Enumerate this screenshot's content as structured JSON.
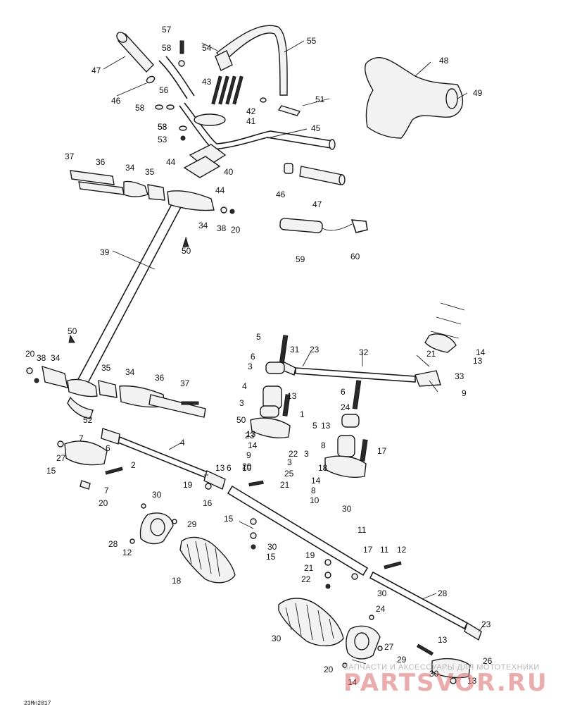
{
  "diagram_code": "23Mn2017",
  "watermark": {
    "line1": "ЗАПЧАСТИ И АКСЕССУАРЫ ДЛЯ МОТОТЕХНИКИ",
    "line2": "PARTSVOR.RU"
  },
  "callouts": [
    "57",
    "58",
    "54",
    "55",
    "47",
    "46",
    "56",
    "58",
    "53",
    "51",
    "43",
    "42",
    "41",
    "58",
    "53",
    "45",
    "48",
    "49",
    "37",
    "36",
    "34",
    "35",
    "44",
    "40",
    "44",
    "46",
    "47",
    "34",
    "38",
    "20",
    "50",
    "39",
    "59",
    "60",
    "50",
    "20",
    "38",
    "34",
    "35",
    "34",
    "36",
    "37",
    "5",
    "31",
    "23",
    "32",
    "21",
    "14",
    "6",
    "13",
    "13",
    "3",
    "4",
    "3",
    "33",
    "9",
    "1",
    "50",
    "5",
    "6",
    "24",
    "52",
    "3",
    "13",
    "22",
    "4",
    "23",
    "6",
    "13",
    "7",
    "14",
    "3",
    "8",
    "9",
    "17",
    "10",
    "20",
    "25",
    "27",
    "15",
    "2",
    "21",
    "18",
    "19",
    "13",
    "6",
    "7",
    "14",
    "8",
    "20",
    "10",
    "16",
    "30",
    "15",
    "30",
    "11",
    "29",
    "30",
    "12",
    "28",
    "15",
    "18",
    "19",
    "17",
    "11",
    "12",
    "21",
    "22",
    "30",
    "28",
    "24",
    "30",
    "23",
    "27",
    "13",
    "29",
    "26",
    "20",
    "30",
    "13",
    "14"
  ]
}
